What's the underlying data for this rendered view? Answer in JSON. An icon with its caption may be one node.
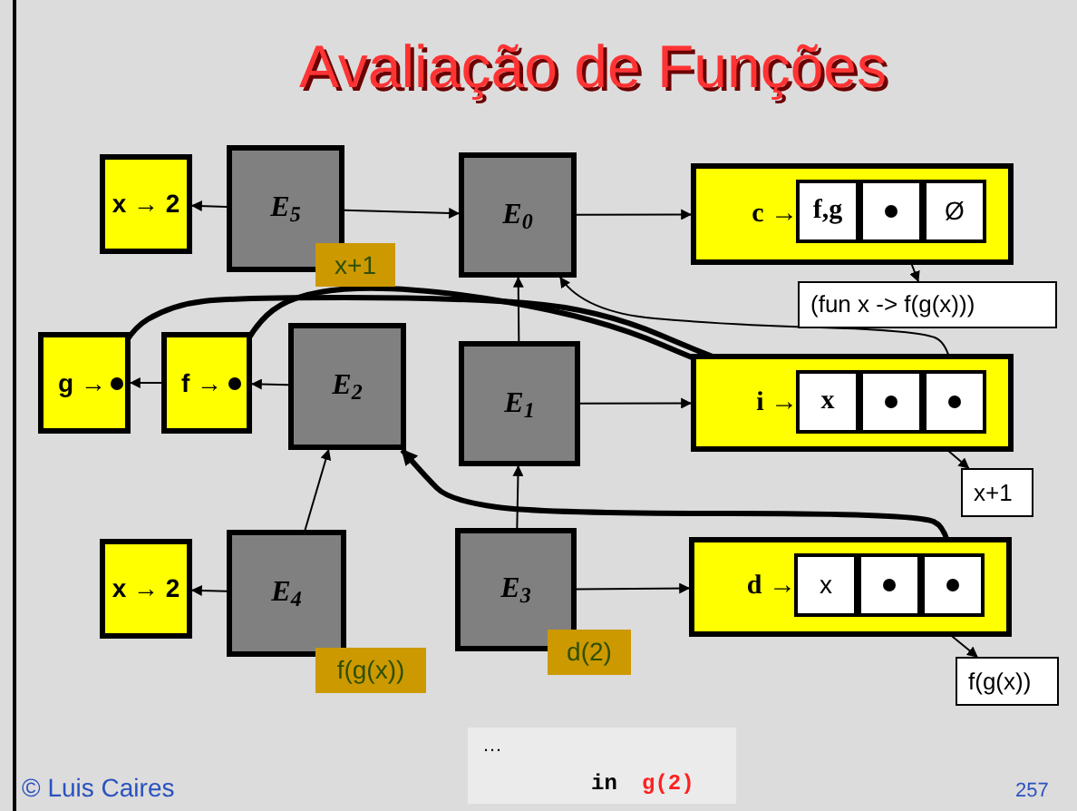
{
  "diagram": {
    "title": "Avaliação de Funções",
    "nodes": [
      {
        "text": [
          "E$_{5}$"
        ]
      },
      {
        "text": [
          "E$_{0}$"
        ]
      },
      {
        "text": [
          "E$_{1}$"
        ]
      },
      {
        "text": [
          "E$_{2}$"
        ]
      },
      {
        "text": [
          "E$_{3}$"
        ]
      },
      {
        "text": [
          "E$_{4}$"
        ]
      },
      {
        "text": [
          "x → 2"
        ]
      },
      {
        "text": [
          "g →"
        ]
      },
      {
        "text": [
          "f →"
        ]
      },
      {
        "text": [
          "x → 2"
        ]
      },
      {
        "text": [
          "c →"
        ]
      },
      {
        "text": [
          "f,g"
        ],
        "in": 10
      },
      {
        "text": [],
        "shape": "box",
        "in": 10
      },
      {
        "text": [
          "Ø"
        ],
        "in": 10
      },
      {
        "text": [
          "(fun x -> f(g(x)))"
        ]
      },
      {
        "text": [
          "i →"
        ]
      },
      {
        "text": [
          "x"
        ],
        "in": 15
      },
      {
        "text": [],
        "shape": "box",
        "in": 15
      },
      {
        "text": [],
        "shape": "box",
        "in": 15
      },
      {
        "text": [
          "x+1"
        ]
      },
      {
        "text": [
          "d →"
        ]
      },
      {
        "text": [
          "x"
        ],
        "in": 20
      },
      {
        "text": [],
        "shape": "box",
        "in": 20
      },
      {
        "text": [],
        "shape": "box",
        "in": 20
      },
      {
        "text": [
          "f(g(x))"
        ]
      },
      {
        "text": [
          "x+1"
        ]
      },
      {
        "text": [
          "f(g(x))"
        ]
      },
      {
        "text": [
          "d(2)"
        ]
      },
      {
        "text": [
          "…",
          "in",
          "g(2)"
        ]
      }
    ],
    "edges": [
      {
        "from": 0,
        "to": 6,
        "arrow": "to"
      },
      {
        "from": 0,
        "to": 1,
        "arrow": "to"
      },
      {
        "from": 2,
        "to": 1,
        "arrow": "to"
      },
      {
        "from": 2,
        "to": 15,
        "arrow": "to"
      },
      {
        "from": 3,
        "to": 8,
        "arrow": "to"
      },
      {
        "from": 8,
        "to": 7,
        "arrow": "to"
      },
      {
        "from": 5,
        "to": 3,
        "arrow": "to"
      },
      {
        "from": 5,
        "to": 9,
        "arrow": "to"
      },
      {
        "from": 4,
        "to": 2,
        "arrow": "to"
      },
      {
        "from": 4,
        "to": 20,
        "arrow": "to"
      },
      {
        "from": 1,
        "to": 10,
        "arrow": "to"
      },
      {
        "from": 12,
        "to": 14,
        "arrow": "to"
      },
      {
        "from": 18,
        "to": 1,
        "arrow": "to"
      },
      {
        "from": 17,
        "to": 19,
        "arrow": "to"
      },
      {
        "from": 22,
        "to": 24,
        "arrow": "to"
      },
      {
        "from": 23,
        "to": 3,
        "arrow": "to",
        "style": "thick"
      },
      {
        "from": 7,
        "to": 16,
        "arrow": "to",
        "style": "thick"
      },
      {
        "from": 8,
        "to": 16,
        "arrow": "to",
        "style": "thick"
      }
    ],
    "labels": [
      "© Luis Caires",
      "257"
    ]
  }
}
